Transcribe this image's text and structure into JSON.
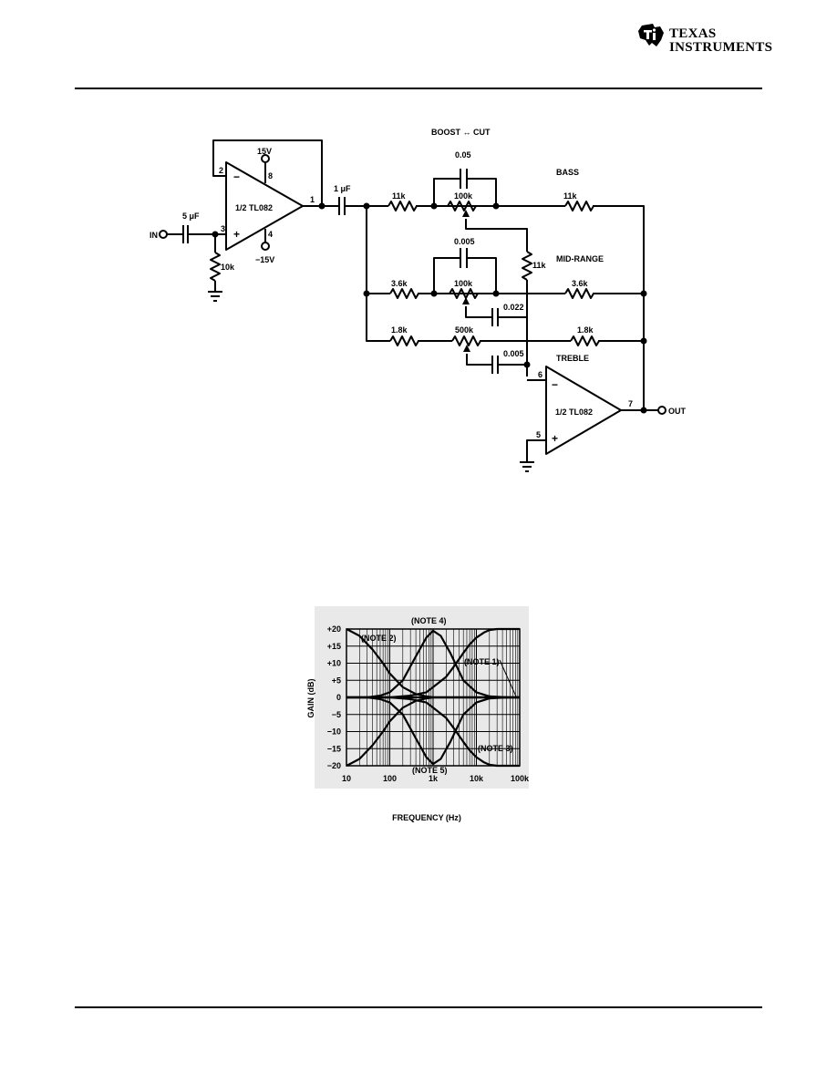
{
  "header": {
    "logo_line1": "TEXAS",
    "logo_line2": "INSTRUMENTS"
  },
  "schematic": {
    "in_label": "IN",
    "out_label": "OUT",
    "amp1": {
      "name": "1/2 TL082",
      "pos_supply": "15V",
      "neg_supply": "−15V",
      "pin_out": "1",
      "pin_inv": "2",
      "pin_noninv": "3",
      "pin_vpos": "8",
      "pin_vneg": "4",
      "minus": "−",
      "plus": "+"
    },
    "amp2": {
      "name": "1/2 TL082",
      "pin_inv": "6",
      "pin_noninv": "5",
      "pin_out": "7",
      "minus": "−",
      "plus": "+"
    },
    "c_in": "5 μF",
    "r_in": "10k",
    "c_couple": "1 μF",
    "boost_cut": "BOOST ↔ CUT",
    "bass_label": "BASS",
    "mid_label": "MID-RANGE",
    "treble_label": "TREBLE",
    "bass_c": "0.05",
    "bass_r_left": "11k",
    "bass_pot": "100k",
    "bass_r_right": "11k",
    "r_vertical": "11k",
    "mid_c": "0.005",
    "mid_r_left": "3.6k",
    "mid_pot": "100k",
    "mid_r_right": "3.6k",
    "mid_c2": "0.022",
    "treble_r_left": "1.8k",
    "treble_pot": "500k",
    "treble_r_right": "1.8k",
    "treble_c": "0.005"
  },
  "chart_data": {
    "type": "line",
    "xscale": "log",
    "xlim": [
      10,
      100000
    ],
    "ylim": [
      -20,
      20
    ],
    "xlabel": "FREQUENCY (Hz)",
    "ylabel": "GAIN (dB)",
    "x_tick_labels": [
      "10",
      "100",
      "1k",
      "10k",
      "100k"
    ],
    "y_tick_labels": [
      "+20",
      "+15",
      "+10",
      "+5",
      "0",
      "−5",
      "−10",
      "−15",
      "−20"
    ],
    "grid": true,
    "annotations": [
      "(NOTE 1)",
      "(NOTE 2)",
      "(NOTE 3)",
      "(NOTE 4)",
      "(NOTE 5)"
    ],
    "series": [
      {
        "x": [
          10,
          20,
          40,
          70,
          100,
          200,
          400,
          700,
          1000,
          2000,
          5000,
          10000,
          20000,
          50000,
          100000
        ],
        "y": [
          20,
          18,
          14,
          10,
          7,
          3,
          1,
          0.3,
          0,
          0,
          0,
          0,
          0,
          0,
          0
        ]
      },
      {
        "x": [
          10,
          20,
          40,
          70,
          100,
          200,
          400,
          700,
          1000,
          2000,
          5000,
          10000,
          20000,
          50000,
          100000
        ],
        "y": [
          -20,
          -18,
          -14,
          -10,
          -7,
          -3,
          -1,
          -0.3,
          0,
          0,
          0,
          0,
          0,
          0,
          0
        ]
      },
      {
        "x": [
          10,
          30,
          60,
          100,
          200,
          400,
          700,
          1000,
          1500,
          2500,
          5000,
          10000,
          20000,
          50000,
          100000
        ],
        "y": [
          0,
          0,
          0.5,
          1.5,
          5,
          12,
          17.5,
          19.5,
          18,
          13,
          5,
          1.5,
          0.3,
          0,
          0
        ]
      },
      {
        "x": [
          10,
          30,
          60,
          100,
          200,
          400,
          700,
          1000,
          1500,
          2500,
          5000,
          10000,
          20000,
          50000,
          100000
        ],
        "y": [
          0,
          0,
          -0.5,
          -1.5,
          -5,
          -12,
          -17.5,
          -19.5,
          -18,
          -13,
          -5,
          -1.5,
          -0.3,
          0,
          0
        ]
      },
      {
        "x": [
          10,
          100,
          300,
          700,
          1000,
          2000,
          3000,
          5000,
          7000,
          10000,
          15000,
          20000,
          30000,
          50000,
          100000
        ],
        "y": [
          0,
          0,
          0.5,
          1.5,
          3,
          6,
          9,
          13,
          15.5,
          17.5,
          19,
          19.7,
          20,
          20,
          20
        ]
      },
      {
        "x": [
          10,
          100,
          300,
          700,
          1000,
          2000,
          3000,
          5000,
          7000,
          10000,
          15000,
          20000,
          30000,
          50000,
          100000
        ],
        "y": [
          0,
          0,
          -0.5,
          -1.5,
          -3,
          -6,
          -9,
          -13,
          -15.5,
          -17.5,
          -19,
          -19.7,
          -20,
          -20,
          -20
        ]
      },
      {
        "x": [
          10,
          100000
        ],
        "y": [
          0,
          0
        ]
      }
    ]
  }
}
